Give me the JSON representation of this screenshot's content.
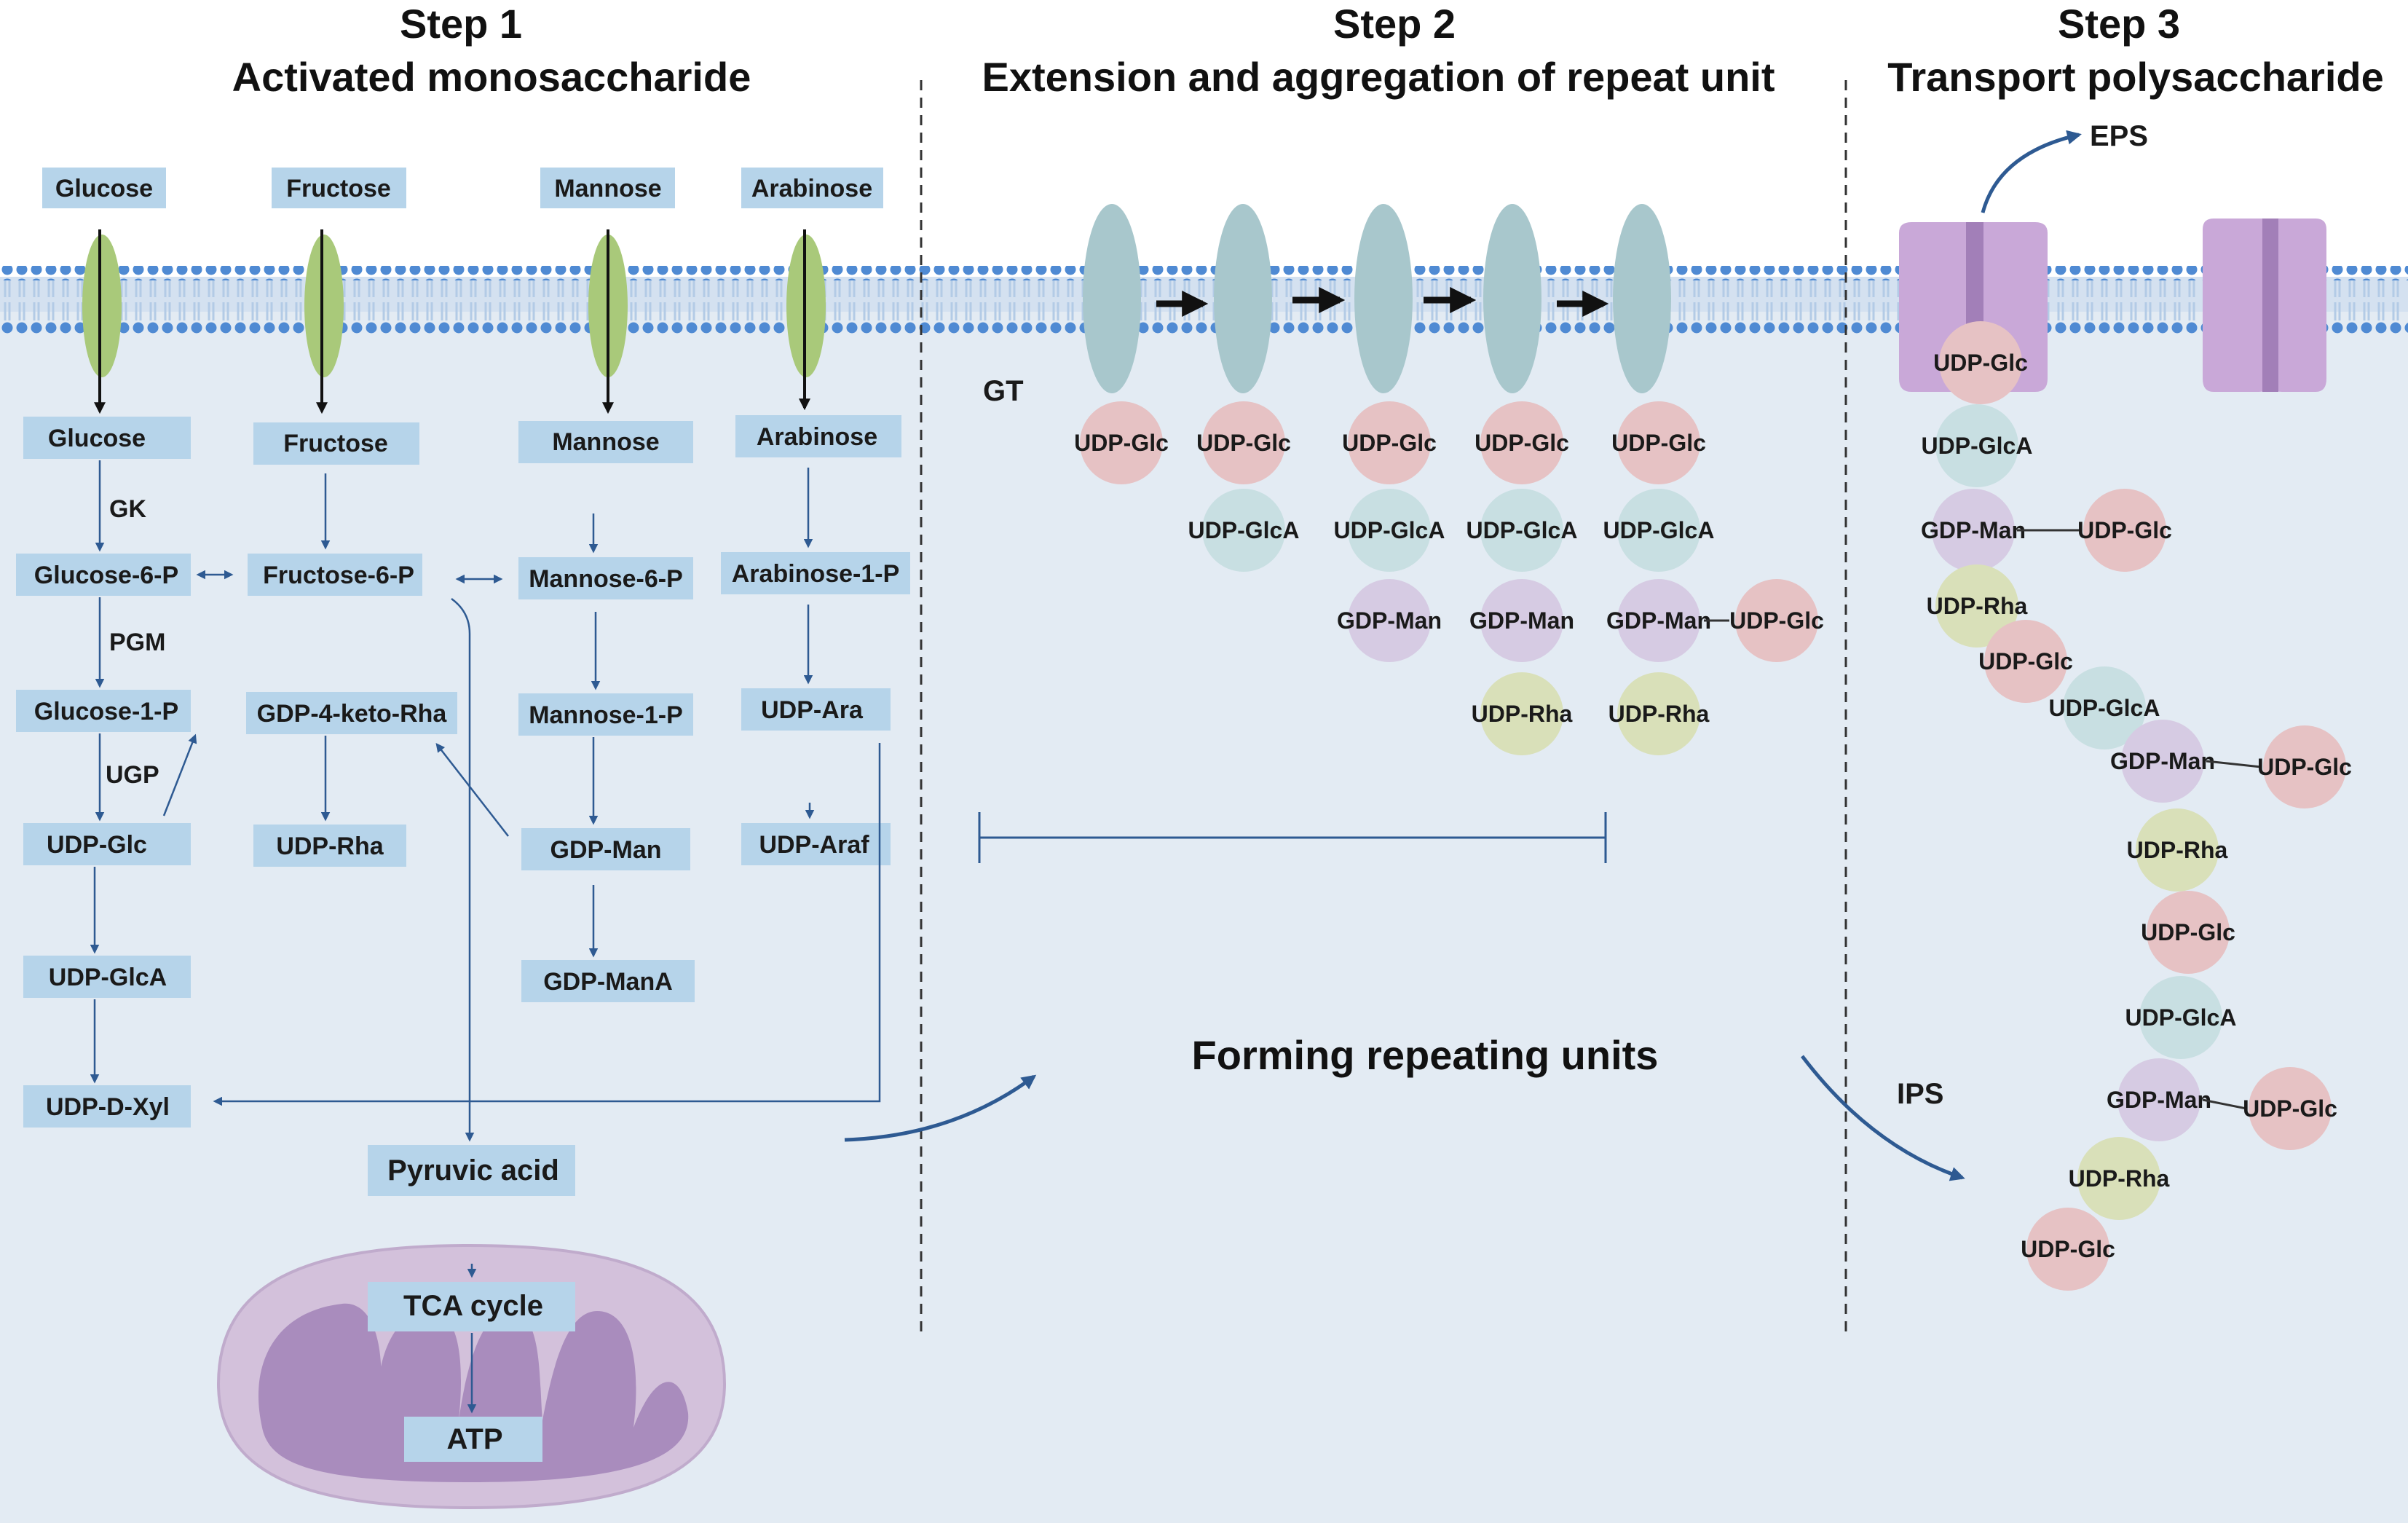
{
  "colors": {
    "cytoplasm": "#e3ebf3",
    "box": "#b6d4ea",
    "arrow": "#2e5a92",
    "membrane_bead": "#4f8ad3",
    "membrane_tail": "#b3cbe6",
    "transporter_green": "#a9c97a",
    "gt_enzyme": "#a8c7cc",
    "channel_purple": "#c9a8d8",
    "mito": "#d3c1db",
    "mito_inner": "#a98cbd",
    "udp_glc": "#e6c2c4",
    "udp_glca": "#c8dfe2",
    "gdp_man": "#d6cbe3",
    "udp_rha": "#d9e0b9"
  },
  "steps": [
    {
      "title": "Step 1",
      "subtitle": "Activated monosaccharide"
    },
    {
      "title": "Step 2",
      "subtitle": "Extension and aggregation of repeat unit"
    },
    {
      "title": "Step 3",
      "subtitle": "Transport polysaccharide"
    }
  ],
  "outside_sugars": [
    "Glucose",
    "Fructose",
    "Mannose",
    "Arabinose"
  ],
  "boxes": {
    "glucose": "Glucose",
    "fructose": "Fructose",
    "mannose": "Mannose",
    "arabinose": "Arabinose",
    "glucose6p": "Glucose-6-P",
    "fructose6p": "Fructose-6-P",
    "mannose6p": "Mannose-6-P",
    "arabinose1p": "Arabinose-1-P",
    "glucose1p": "Glucose-1-P",
    "gdp4ketorha": "GDP-4-keto-Rha",
    "mannose1p": "Mannose-1-P",
    "udpara": "UDP-Ara",
    "udpglc": "UDP-Glc",
    "udprha": "UDP-Rha",
    "gdpman": "GDP-Man",
    "udparaf": "UDP-Araf",
    "udpglca": "UDP-GlcA",
    "gdpmana": "GDP-ManA",
    "udpdxyl": "UDP-D-Xyl",
    "pyruvic": "Pyruvic acid",
    "tca": "TCA cycle",
    "atp": "ATP"
  },
  "enzymes": {
    "gk": "GK",
    "pgm": "PGM",
    "ugp": "UGP",
    "gt": "GT"
  },
  "step2": {
    "columns": [
      [
        "UDP-Glc"
      ],
      [
        "UDP-Glc",
        "UDP-GlcA"
      ],
      [
        "UDP-Glc",
        "UDP-GlcA",
        "GDP-Man"
      ],
      [
        "UDP-Glc",
        "UDP-GlcA",
        "GDP-Man",
        "UDP-Rha"
      ],
      [
        "UDP-Glc",
        "UDP-GlcA",
        "GDP-Man",
        "UDP-Rha"
      ]
    ],
    "side_branch": "UDP-Glc",
    "forming": "Forming repeating units"
  },
  "step3": {
    "eps": "EPS",
    "ips": "IPS",
    "chain": [
      "UDP-Glc",
      "UDP-GlcA",
      "GDP-Man",
      "UDP-Rha",
      "UDP-Glc",
      "UDP-GlcA",
      "GDP-Man",
      "UDP-Rha",
      "UDP-Glc",
      "UDP-GlcA",
      "GDP-Man",
      "UDP-Rha",
      "UDP-Glc"
    ],
    "branches": [
      "UDP-Glc",
      "UDP-Glc",
      "UDP-Glc"
    ]
  }
}
